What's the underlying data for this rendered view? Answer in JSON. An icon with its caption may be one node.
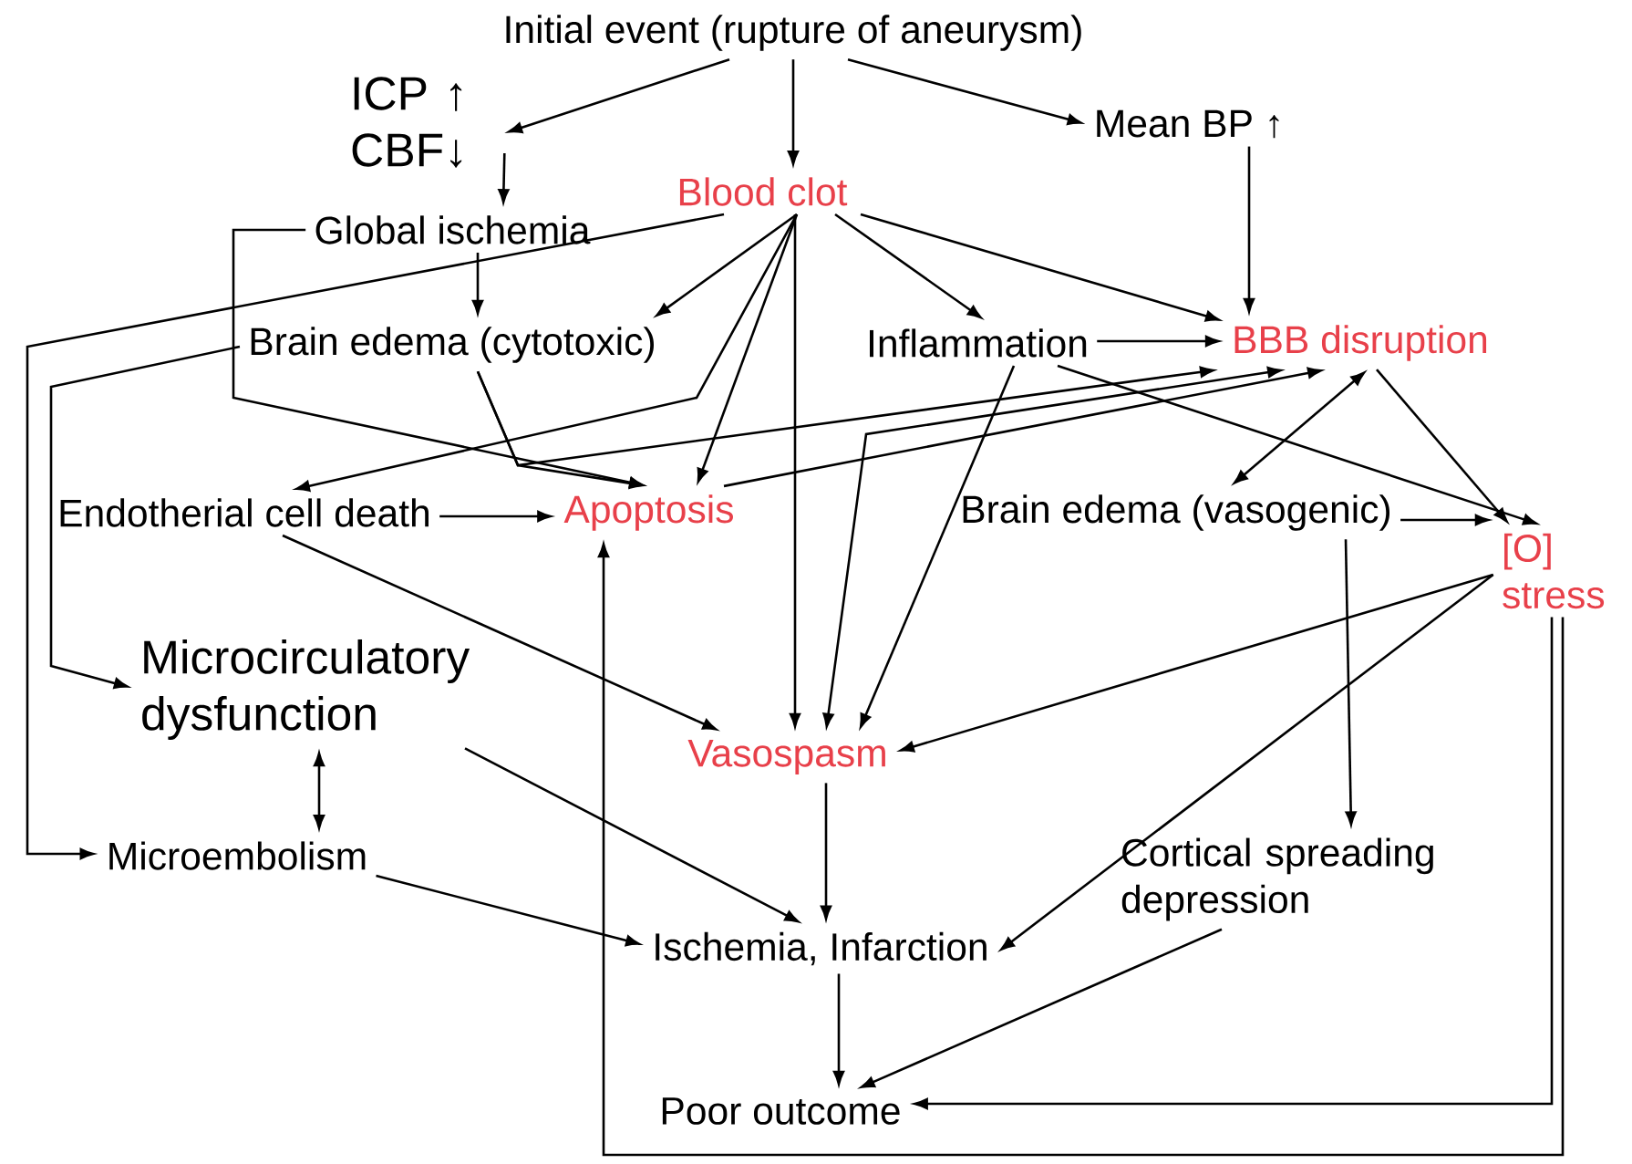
{
  "diagram": {
    "nodes": [
      {
        "text": [
          "Initial event (rupture of aneurysm)"
        ]
      },
      {
        "text": [
          "ICP ↑ CBF↓"
        ]
      },
      {
        "text": [
          "Mean BP ↑"
        ]
      },
      {
        "text": [
          "Blood clot"
        ]
      },
      {
        "text": [
          "Global ischemia"
        ]
      },
      {
        "text": [
          "Brain edema (cytotoxic)"
        ]
      },
      {
        "text": [
          "Inflammation"
        ]
      },
      {
        "text": [
          "BBB disruption"
        ]
      },
      {
        "text": [
          "Endotherial cell death"
        ]
      },
      {
        "text": [
          "Apoptosis"
        ]
      },
      {
        "text": [
          "Brain edema (vasogenic)"
        ]
      },
      {
        "text": [
          "[O] stress"
        ]
      },
      {
        "text": [
          "Microcirculatory dysfunction"
        ]
      },
      {
        "text": [
          "Vasospasm"
        ]
      },
      {
        "text": [
          "Microembolism"
        ]
      },
      {
        "text": [
          "Cortical spreading depression"
        ]
      },
      {
        "text": [
          "Ischemia, Infarction"
        ]
      },
      {
        "text": [
          "Poor outcome"
        ]
      }
    ],
    "edges": [
      {
        "from": 0,
        "to": 1,
        "arrow": "to"
      },
      {
        "from": 0,
        "to": 3,
        "arrow": "to"
      },
      {
        "from": 0,
        "to": 2,
        "arrow": "to"
      },
      {
        "from": 1,
        "to": 4,
        "arrow": "to"
      },
      {
        "from": 2,
        "to": 7,
        "arrow": "to"
      },
      {
        "from": 3,
        "to": 14,
        "arrow": "to"
      },
      {
        "from": 3,
        "to": 5,
        "arrow": "to"
      },
      {
        "from": 3,
        "to": 6,
        "arrow": "to"
      },
      {
        "from": 3,
        "to": 7,
        "arrow": "to"
      },
      {
        "from": 3,
        "to": 8,
        "arrow": "to"
      },
      {
        "from": 3,
        "to": 9,
        "arrow": "to"
      },
      {
        "from": 3,
        "to": 13,
        "arrow": "to"
      },
      {
        "from": 4,
        "to": 5,
        "arrow": "to"
      },
      {
        "from": 4,
        "to": 9,
        "arrow": "to"
      },
      {
        "from": 5,
        "to": 12,
        "arrow": "to"
      },
      {
        "from": 5,
        "to": 9,
        "arrow": "to"
      },
      {
        "from": 5,
        "to": 7,
        "arrow": "to"
      },
      {
        "from": 6,
        "to": 7,
        "arrow": "to"
      },
      {
        "from": 6,
        "to": 11,
        "arrow": "to"
      },
      {
        "from": 6,
        "to": 13,
        "arrow": "to"
      },
      {
        "from": 7,
        "to": 13,
        "arrow": "both"
      },
      {
        "from": 9,
        "to": 7,
        "arrow": "to"
      },
      {
        "from": 7,
        "to": 10,
        "arrow": "both"
      },
      {
        "from": 7,
        "to": 11,
        "arrow": "to"
      },
      {
        "from": 8,
        "to": 9,
        "arrow": "to"
      },
      {
        "from": 8,
        "to": 13,
        "arrow": "to"
      },
      {
        "from": 10,
        "to": 11,
        "arrow": "to"
      },
      {
        "from": 10,
        "to": 15,
        "arrow": "to"
      },
      {
        "from": 11,
        "to": 13,
        "arrow": "to"
      },
      {
        "from": 11,
        "to": 16,
        "arrow": "to"
      },
      {
        "from": 11,
        "to": 17,
        "arrow": "to"
      },
      {
        "from": 11,
        "to": 9,
        "arrow": "to"
      },
      {
        "from": 12,
        "to": 14,
        "arrow": "both"
      },
      {
        "from": 12,
        "to": 16,
        "arrow": "to"
      },
      {
        "from": 14,
        "to": 16,
        "arrow": "to"
      },
      {
        "from": 13,
        "to": 16,
        "arrow": "to"
      },
      {
        "from": 16,
        "to": 17,
        "arrow": "to"
      },
      {
        "from": 15,
        "to": 17,
        "arrow": "to"
      }
    ]
  }
}
